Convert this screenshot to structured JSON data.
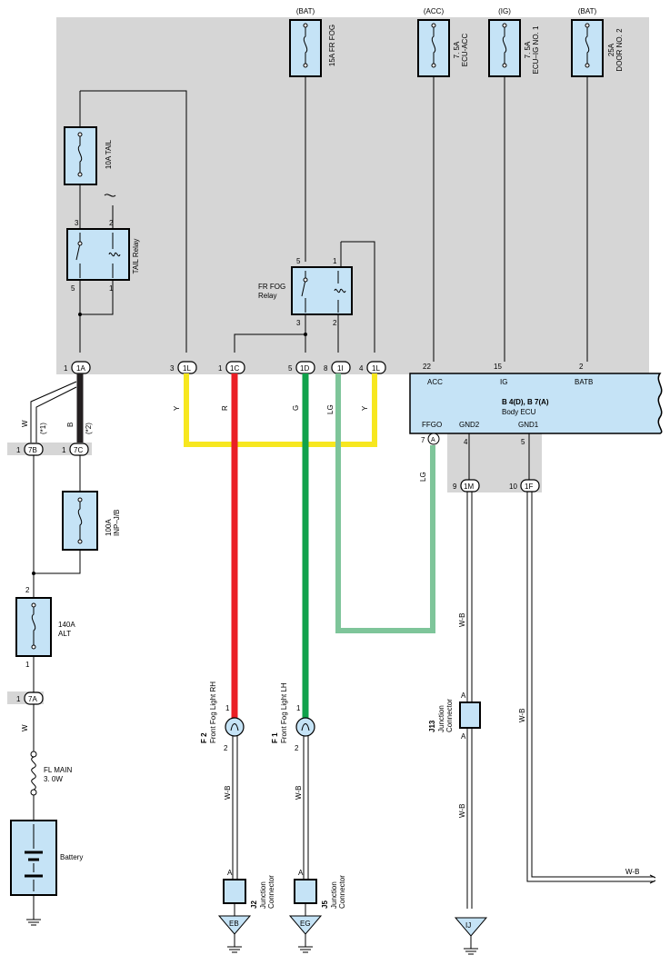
{
  "fuses_top": [
    {
      "source": "(BAT)",
      "label": "15A FR FOG"
    },
    {
      "source": "(ACC)",
      "label": "7. 5A\nECU-ACC"
    },
    {
      "source": "(IG)",
      "label": "7. 5A\nECU-IG NO. 1"
    },
    {
      "source": "(BAT)",
      "label": "25A\nDOOR NO. 2"
    }
  ],
  "tail_fuse": "10A TAIL",
  "tail_relay": {
    "label": "TAIL Relay",
    "pins": [
      "3",
      "2",
      "5",
      "1"
    ]
  },
  "fog_relay": {
    "label": "FR FOG\nRelay",
    "pins": [
      "5",
      "1",
      "3",
      "2"
    ]
  },
  "jb_pins": [
    {
      "num": "1",
      "id": "1A"
    },
    {
      "num": "3",
      "id": "1L"
    },
    {
      "num": "1",
      "id": "1C"
    },
    {
      "num": "5",
      "id": "1D"
    },
    {
      "num": "8",
      "id": "1I"
    },
    {
      "num": "4",
      "id": "1L"
    }
  ],
  "wire_colors": {
    "Y": "Y",
    "R": "R",
    "G": "G",
    "LG": "LG",
    "W": "W",
    "B": "B",
    "WB": "W-B"
  },
  "ecu": {
    "title": "B 4(D), B 7(A)",
    "subtitle": "Body ECU",
    "pins_top": [
      {
        "num": "22",
        "name": "ACC"
      },
      {
        "num": "15",
        "name": "IG"
      },
      {
        "num": "2",
        "name": "BATB"
      }
    ],
    "pins_bottom": [
      {
        "num": "7",
        "name": "FFGO",
        "conn": "A"
      },
      {
        "num": "4",
        "name": "GND2"
      },
      {
        "num": "5",
        "name": "GND1"
      }
    ]
  },
  "ground_pins": [
    {
      "num": "9",
      "id": "1M"
    },
    {
      "num": "10",
      "id": "1F"
    }
  ],
  "left_side": {
    "notes": [
      "(*1)",
      "(*2)"
    ],
    "pins": [
      {
        "num": "1",
        "id": "7B"
      },
      {
        "num": "1",
        "id": "7C"
      },
      {
        "num": "1",
        "id": "7A"
      }
    ],
    "fuse_100": "100A\nINP–J/B",
    "fuse_140": "140A\nALT",
    "fuse_140_pins": [
      "2",
      "1"
    ],
    "fl_main": "FL MAIN\n3. 0W",
    "battery": "Battery"
  },
  "fog_lights": [
    {
      "code": "F 2",
      "name": "Front Fog Light RH",
      "pins": [
        "1",
        "2"
      ]
    },
    {
      "code": "F 1",
      "name": "Front Fog Light LH",
      "pins": [
        "1",
        "2"
      ]
    }
  ],
  "junctions": [
    {
      "code": "J2",
      "name": "Junction\nConnector",
      "pin": "A",
      "ground": "EB"
    },
    {
      "code": "J5",
      "name": "Junction\nConnector",
      "pin": "A",
      "ground": "EG"
    },
    {
      "code": "J13",
      "name": "Junction\nConnector",
      "pin": "A",
      "ground": "IJ"
    }
  ],
  "colors": {
    "panel": "#d6d6d6",
    "component": "#c5e3f6",
    "yellow": "#f7e71f",
    "red": "#ea1e25",
    "green": "#10a24b",
    "light_green": "#7ec59a",
    "black_wire": "#231f20"
  }
}
